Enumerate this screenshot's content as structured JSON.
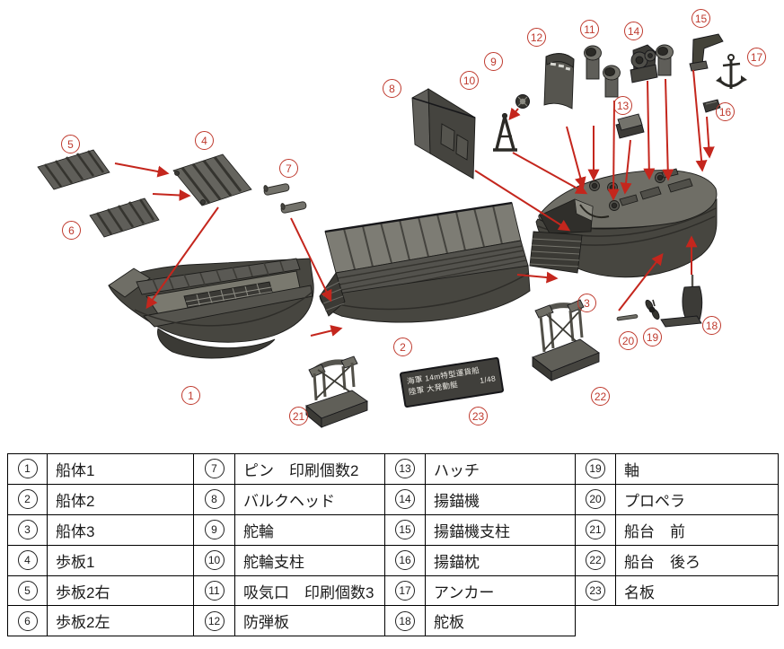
{
  "diagram": {
    "labels": [
      {
        "num": "1",
        "part": "hull-1"
      },
      {
        "num": "2",
        "part": "hull-2"
      },
      {
        "num": "3",
        "part": "hull-3"
      },
      {
        "num": "4",
        "part": "walkboard-1"
      },
      {
        "num": "5",
        "part": "walkboard-2-right"
      },
      {
        "num": "6",
        "part": "walkboard-2-left"
      },
      {
        "num": "7",
        "part": "pin"
      },
      {
        "num": "8",
        "part": "bulkhead"
      },
      {
        "num": "9",
        "part": "helm-wheel"
      },
      {
        "num": "10",
        "part": "helm-stand"
      },
      {
        "num": "11",
        "part": "air-intake"
      },
      {
        "num": "12",
        "part": "armor-plate"
      },
      {
        "num": "13",
        "part": "hatch"
      },
      {
        "num": "14",
        "part": "windlass"
      },
      {
        "num": "15",
        "part": "windlass-support"
      },
      {
        "num": "16",
        "part": "anchor-rest"
      },
      {
        "num": "17",
        "part": "anchor"
      },
      {
        "num": "18",
        "part": "rudder"
      },
      {
        "num": "19",
        "part": "shaft"
      },
      {
        "num": "20",
        "part": "propeller"
      },
      {
        "num": "21",
        "part": "cradle-front"
      },
      {
        "num": "22",
        "part": "cradle-rear"
      },
      {
        "num": "23",
        "part": "name-plate"
      }
    ]
  },
  "nameplate": {
    "line1": "海軍 14m特型運貨船",
    "line2": "陸軍 大発動艇",
    "scale": "1/48"
  },
  "table": {
    "entries": [
      {
        "num": "1",
        "label": "船体1"
      },
      {
        "num": "2",
        "label": "船体2"
      },
      {
        "num": "3",
        "label": "船体3"
      },
      {
        "num": "4",
        "label": "歩板1"
      },
      {
        "num": "5",
        "label": "歩板2右"
      },
      {
        "num": "6",
        "label": "歩板2左"
      },
      {
        "num": "7",
        "label": "ピン　印刷個数2"
      },
      {
        "num": "8",
        "label": "バルクヘッド"
      },
      {
        "num": "9",
        "label": "舵輪"
      },
      {
        "num": "10",
        "label": "舵輪支柱"
      },
      {
        "num": "11",
        "label": "吸気口　印刷個数3"
      },
      {
        "num": "12",
        "label": "防弾板"
      },
      {
        "num": "13",
        "label": "ハッチ"
      },
      {
        "num": "14",
        "label": "揚錨機"
      },
      {
        "num": "15",
        "label": "揚錨機支柱"
      },
      {
        "num": "16",
        "label": "揚錨枕"
      },
      {
        "num": "17",
        "label": "アンカー"
      },
      {
        "num": "18",
        "label": "舵板"
      },
      {
        "num": "19",
        "label": "軸"
      },
      {
        "num": "20",
        "label": "プロペラ"
      },
      {
        "num": "21",
        "label": "船台　前"
      },
      {
        "num": "22",
        "label": "船台　後ろ"
      },
      {
        "num": "23",
        "label": "名板"
      }
    ]
  },
  "colors": {
    "label_red": "#bf3a2e",
    "arrow_red": "#c4261d",
    "part_dark": "#474640",
    "part_mid": "#6f6e66",
    "part_light": "#8b8a82",
    "table_border": "#000000"
  }
}
